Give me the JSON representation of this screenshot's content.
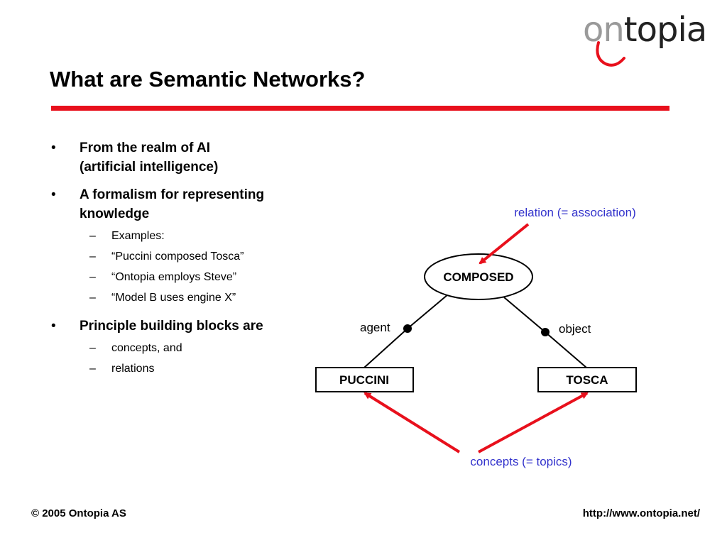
{
  "logo": {
    "text_prefix": "on",
    "text_suffix": "topia"
  },
  "title": "What are Semantic Networks?",
  "bullets": [
    {
      "text": "From the realm of AI (artificial intelligence)",
      "lines": [
        "From the realm of AI",
        "(artificial intelligence)"
      ],
      "sub": []
    },
    {
      "text": "A formalism for representing knowledge",
      "lines": [
        "A formalism for representing",
        "knowledge"
      ],
      "sub": [
        "Examples:",
        "“Puccini composed Tosca”",
        "“Ontopia employs Steve”",
        "“Model B uses engine X”"
      ]
    },
    {
      "text": "Principle building blocks are",
      "lines": [
        "Principle building blocks are"
      ],
      "sub": [
        "concepts, and",
        "relations"
      ]
    }
  ],
  "diagram": {
    "relation_node": "COMPOSED",
    "concept_left": "PUCCINI",
    "concept_right": "TOSCA",
    "role_left": "agent",
    "role_right": "object",
    "annotation_relation": "relation (= association)",
    "annotation_concepts": "concepts (= topics)"
  },
  "colors": {
    "accent_red": "#e8101c",
    "annotation_blue": "#3333cc"
  },
  "footer": {
    "copyright": "© 2005 Ontopia AS",
    "url": "http://www.ontopia.net/"
  }
}
